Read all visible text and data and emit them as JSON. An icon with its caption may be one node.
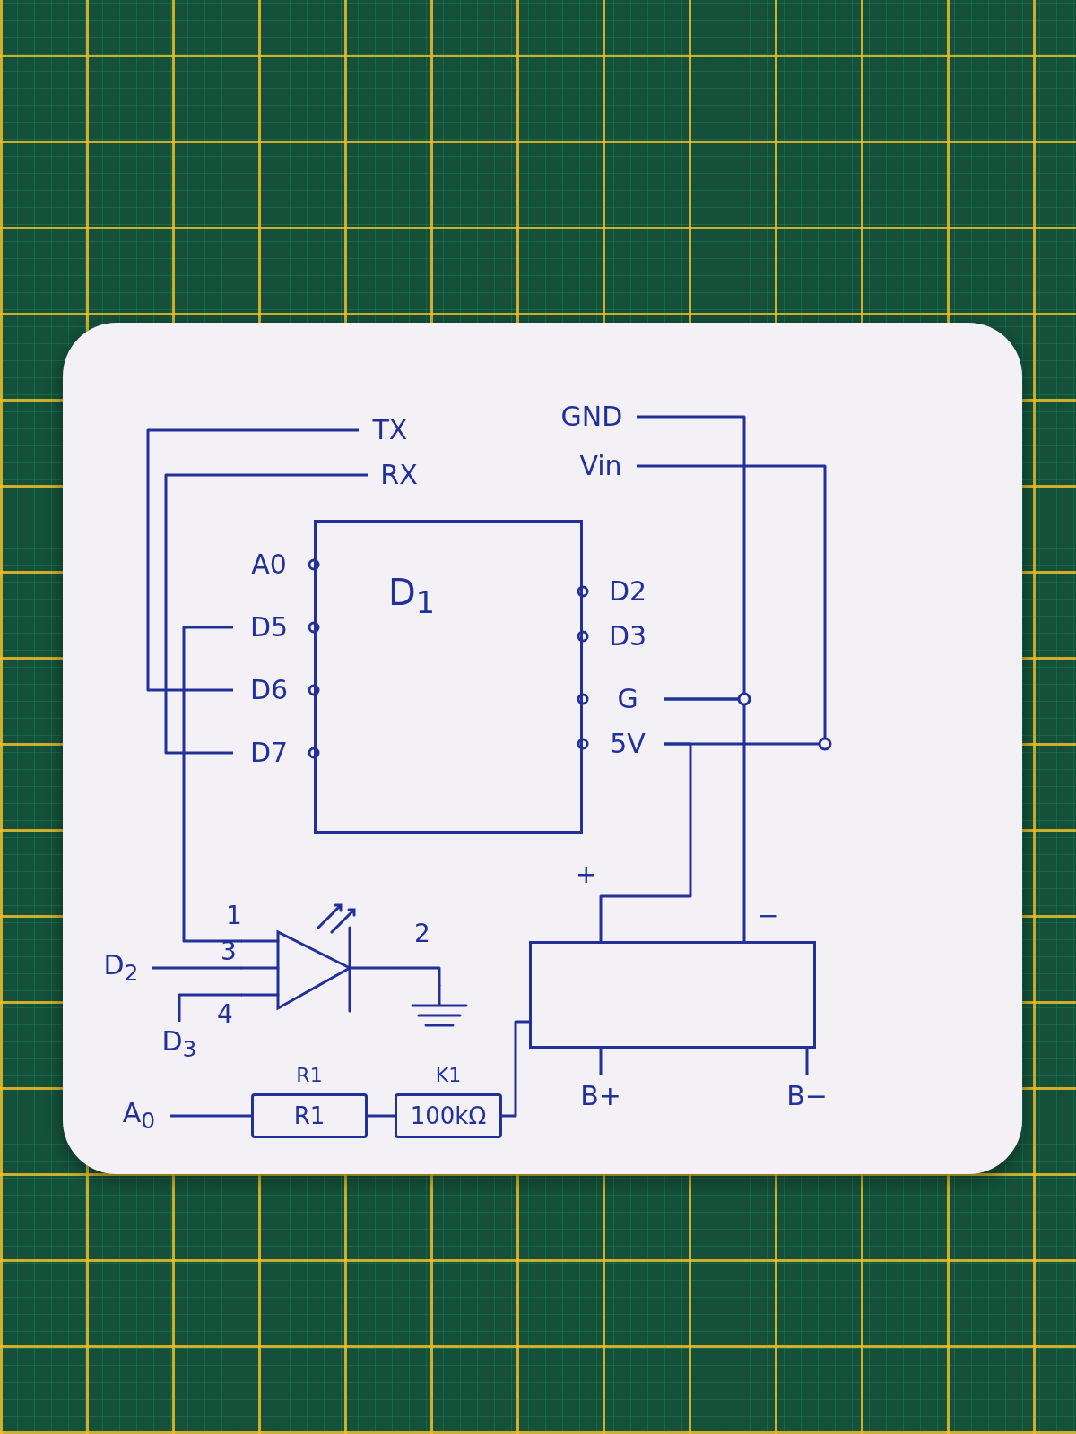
{
  "diagram": {
    "nodes": [
      {
        "text": [
          "TX"
        ]
      },
      {
        "text": [
          "RX"
        ]
      },
      {
        "text": [
          "GND"
        ]
      },
      {
        "text": [
          "Vin"
        ]
      },
      {
        "text": [
          "D$_{1}$"
        ]
      },
      {
        "text": [
          "A0"
        ]
      },
      {
        "text": [
          "D5"
        ]
      },
      {
        "text": [
          "D6"
        ]
      },
      {
        "text": [
          "D7"
        ]
      },
      {
        "text": [
          "D2"
        ]
      },
      {
        "text": [
          "D3"
        ]
      },
      {
        "text": [
          "G"
        ]
      },
      {
        "text": [
          "5V"
        ]
      },
      {
        "text": [],
        "shape": "diode"
      },
      {
        "text": [
          "D$_{2}$"
        ]
      },
      {
        "text": [
          "D$_{3}$"
        ]
      },
      {
        "text": [
          "A$_{0}$"
        ]
      },
      {
        "text": [],
        "shape": "ground"
      },
      {
        "text": [
          "R1"
        ],
        "beside": [
          "R1"
        ]
      },
      {
        "text": [
          "100kΩ"
        ],
        "beside": [
          "K1"
        ]
      },
      {
        "text": [],
        "shape": "box"
      },
      {
        "text": [
          "B+"
        ]
      },
      {
        "text": [
          "B−"
        ]
      }
    ],
    "edges": [
      {
        "from": 0,
        "to": 7,
        "arrow": "none"
      },
      {
        "from": 1,
        "to": 8,
        "arrow": "none"
      },
      {
        "from": 6,
        "to": 13,
        "arrow": "none"
      },
      {
        "from": 2,
        "to": 11,
        "arrow": "none"
      },
      {
        "from": 3,
        "to": 12,
        "arrow": "none"
      },
      {
        "from": 11,
        "to": 20,
        "arrow": "none"
      },
      {
        "from": 12,
        "to": 20,
        "arrow": "none"
      },
      {
        "from": 14,
        "to": 13,
        "arrow": "none"
      },
      {
        "from": 15,
        "to": 13,
        "arrow": "none"
      },
      {
        "from": 13,
        "to": 17,
        "arrow": "none"
      },
      {
        "from": 16,
        "to": 18,
        "arrow": "none"
      },
      {
        "from": 18,
        "to": 19,
        "arrow": "none"
      },
      {
        "from": 19,
        "to": 20,
        "arrow": "none"
      },
      {
        "from": 20,
        "to": 21,
        "arrow": "none"
      },
      {
        "from": 20,
        "to": 22,
        "arrow": "none"
      }
    ],
    "labels": [
      "+",
      "−",
      "1",
      "2",
      "3",
      "4"
    ]
  }
}
